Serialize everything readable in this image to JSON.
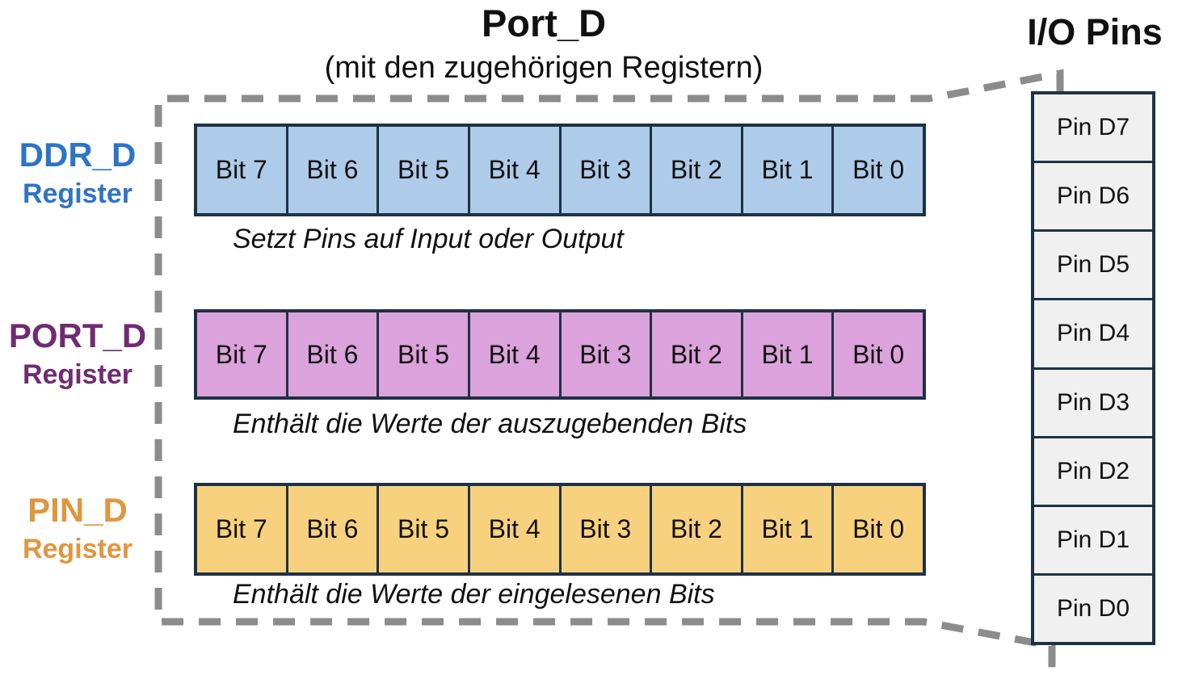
{
  "header": {
    "title": "Port_D",
    "subtitle": "(mit den zugehörigen Registern)",
    "io_pins_title": "I/O Pins"
  },
  "registers": [
    {
      "name": "DDR_D",
      "subtitle": "Register",
      "caption": "Setzt Pins auf Input oder Output",
      "label_color": "#2e74c5",
      "fill_color": "#aecbea",
      "bits": [
        "Bit 7",
        "Bit 6",
        "Bit 5",
        "Bit 4",
        "Bit 3",
        "Bit 2",
        "Bit 1",
        "Bit 0"
      ]
    },
    {
      "name": "PORT_D",
      "subtitle": "Register",
      "caption": "Enthält die Werte der auszugebenden Bits",
      "label_color": "#722a72",
      "fill_color": "#dca2dc",
      "bits": [
        "Bit 7",
        "Bit 6",
        "Bit 5",
        "Bit 4",
        "Bit 3",
        "Bit 2",
        "Bit 1",
        "Bit 0"
      ]
    },
    {
      "name": "PIN_D",
      "subtitle": "Register",
      "caption": "Enthält die Werte der eingelesenen Bits",
      "label_color": "#e0963e",
      "fill_color": "#f8d17e",
      "bits": [
        "Bit 7",
        "Bit 6",
        "Bit 5",
        "Bit 4",
        "Bit 3",
        "Bit 2",
        "Bit 1",
        "Bit 0"
      ]
    }
  ],
  "io_pins": [
    "Pin D7",
    "Pin D6",
    "Pin D5",
    "Pin D4",
    "Pin D3",
    "Pin D2",
    "Pin D1",
    "Pin D0"
  ],
  "colors": {
    "box_border": "#1d3245",
    "dashed_line": "#8c8c8c",
    "ddr_fill": "#aecbea",
    "port_fill": "#dca2dc",
    "pin_reg_fill": "#f8d17e",
    "io_pin_fill": "#f0f0f1",
    "background": "#ffffff"
  }
}
